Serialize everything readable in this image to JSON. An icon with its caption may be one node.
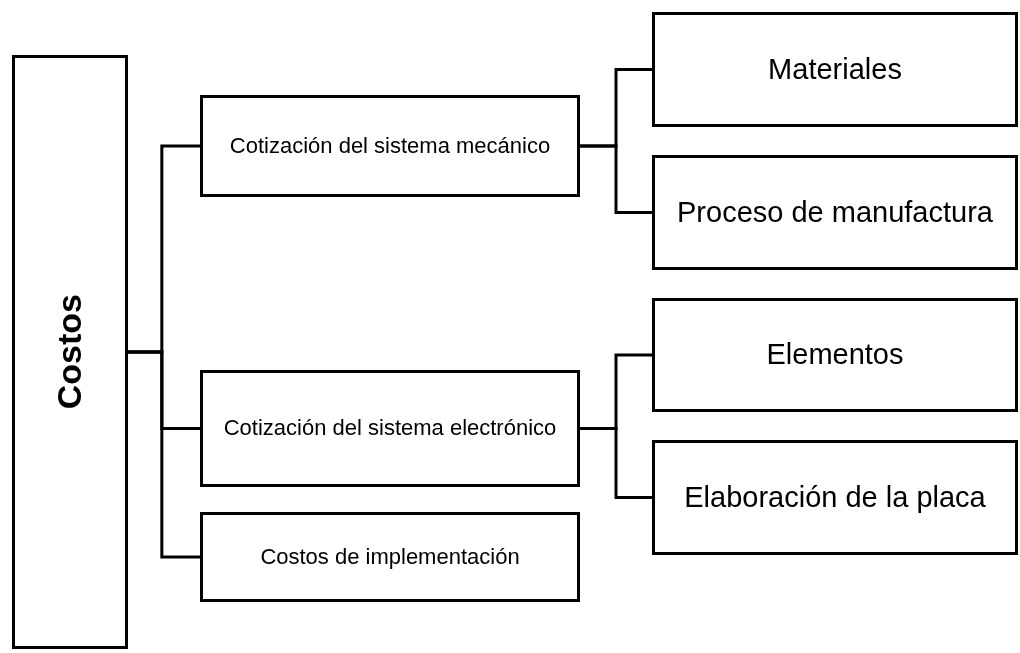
{
  "diagram": {
    "nodes": [
      {
        "text": [
          "Costos"
        ]
      },
      {
        "text": [
          "Cotización del sistema mecánico"
        ]
      },
      {
        "text": [
          "Materiales"
        ]
      },
      {
        "text": [
          "Proceso de manufactura"
        ]
      },
      {
        "text": [
          "Cotización del sistema electrónico"
        ]
      },
      {
        "text": [
          "Elementos"
        ]
      },
      {
        "text": [
          "Elaboración de la placa"
        ]
      },
      {
        "text": [
          "Costos de implementación"
        ]
      }
    ],
    "edges": [
      {
        "from": 0,
        "to": 1,
        "arrow": "none"
      },
      {
        "from": 0,
        "to": 4,
        "arrow": "none"
      },
      {
        "from": 0,
        "to": 7,
        "arrow": "none"
      },
      {
        "from": 1,
        "to": 2,
        "arrow": "none"
      },
      {
        "from": 1,
        "to": 3,
        "arrow": "none"
      },
      {
        "from": 4,
        "to": 5,
        "arrow": "none"
      },
      {
        "from": 4,
        "to": 6,
        "arrow": "none"
      }
    ]
  }
}
